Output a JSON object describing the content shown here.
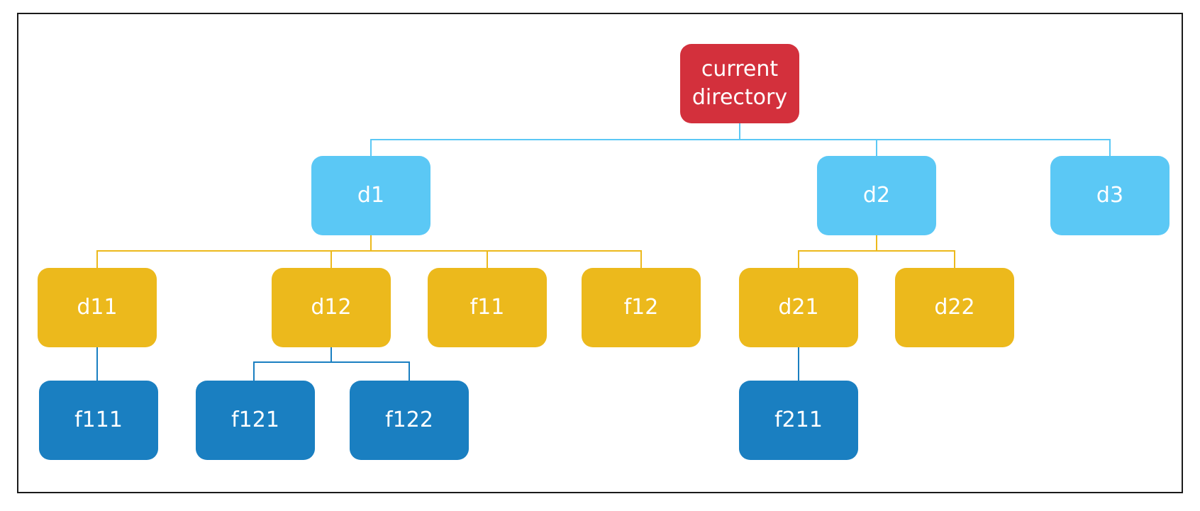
{
  "tree": {
    "root": {
      "label": "current directory"
    },
    "level1": [
      {
        "label": "d1"
      },
      {
        "label": "d2"
      },
      {
        "label": "d3"
      }
    ],
    "level2": [
      {
        "label": "d11"
      },
      {
        "label": "d12"
      },
      {
        "label": "f11"
      },
      {
        "label": "f12"
      },
      {
        "label": "d21"
      },
      {
        "label": "d22"
      }
    ],
    "level3": [
      {
        "label": "f111"
      },
      {
        "label": "f121"
      },
      {
        "label": "f122"
      },
      {
        "label": "f211"
      }
    ]
  },
  "edges": [
    [
      "current directory",
      "d1"
    ],
    [
      "current directory",
      "d2"
    ],
    [
      "current directory",
      "d3"
    ],
    [
      "d1",
      "d11"
    ],
    [
      "d1",
      "d12"
    ],
    [
      "d1",
      "f11"
    ],
    [
      "d1",
      "f12"
    ],
    [
      "d2",
      "d21"
    ],
    [
      "d2",
      "d22"
    ],
    [
      "d11",
      "f111"
    ],
    [
      "d12",
      "f121"
    ],
    [
      "d12",
      "f122"
    ],
    [
      "d21",
      "f211"
    ]
  ],
  "colors": {
    "root": "#d3303c",
    "level1": "#5bc8f5",
    "level2": "#ecb91c",
    "level3": "#1a7fc1",
    "frame_border": "#1a1a1a"
  }
}
